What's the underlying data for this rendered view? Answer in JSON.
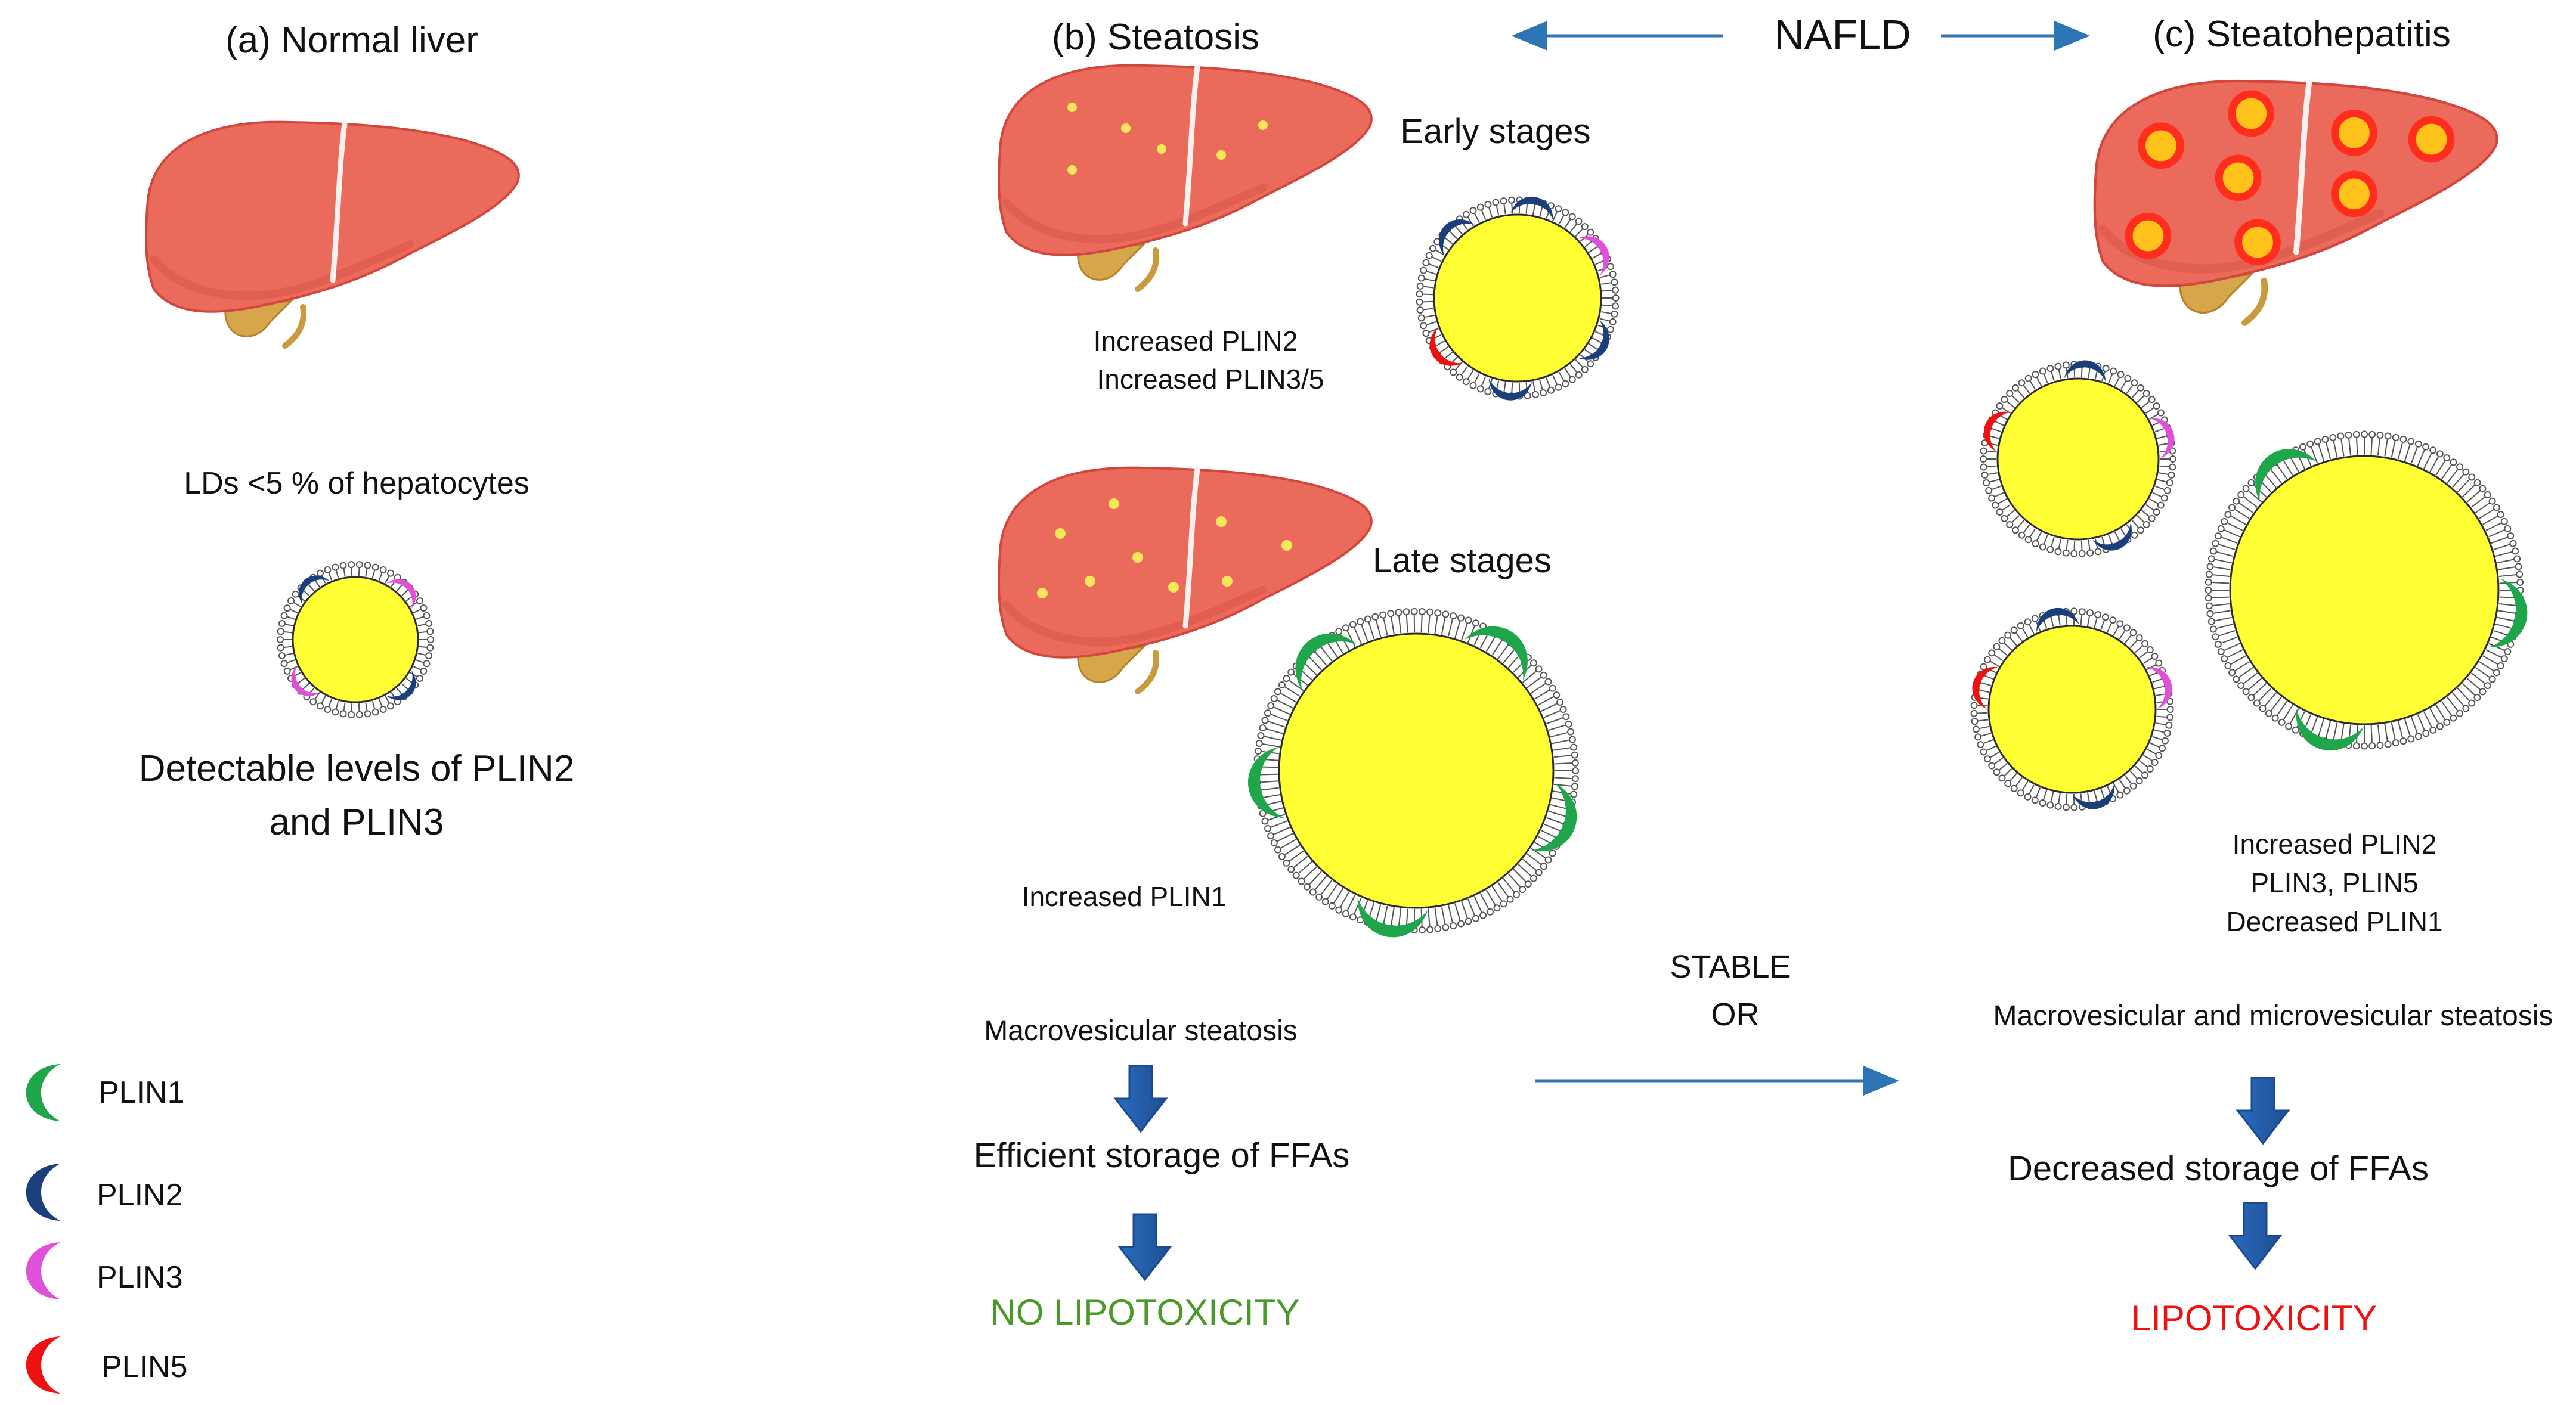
{
  "colors": {
    "liver": "#ea6a5c",
    "liver_dark": "#d2473d",
    "fat": "#ffff33",
    "fat_stroke": "#2c2c2c",
    "plin1": "#1fa64a",
    "plin2": "#1b3f7a",
    "plin3": "#e050d8",
    "plin5": "#ee1111",
    "arrow": "#2e75b6",
    "green_text": "#4a9a2a",
    "red_text": "#ee1111"
  },
  "panel_a": {
    "title": "(a) Normal liver",
    "caption": "LDs <5 % of hepatocytes",
    "detect_line1": "Detectable levels of PLIN2",
    "detect_line2": "and PLIN3"
  },
  "panel_b": {
    "title": "(b) Steatosis",
    "early_label": "Early stages",
    "early_text1": "Increased PLIN2",
    "early_text2": "Increased PLIN3/5",
    "late_label": "Late stages",
    "late_text": "Increased PLIN1",
    "macro": "Macrovesicular steatosis",
    "efficient": "Efficient storage of FFAs",
    "outcome": "NO LIPOTOXICITY"
  },
  "nafld": "NAFLD",
  "middle": {
    "stable": "STABLE",
    "or": "OR"
  },
  "panel_c": {
    "title": "(c) Steatohepatitis",
    "text1": "Increased PLIN2",
    "text2": "PLIN3, PLIN5",
    "text3": "Decreased PLIN1",
    "macro_micro": "Macrovesicular and microvesicular steatosis",
    "decreased": "Decreased storage of FFAs",
    "outcome": "LIPOTOXICITY"
  },
  "legend": [
    {
      "key": "plin1",
      "label": "PLIN1"
    },
    {
      "key": "plin2",
      "label": "PLIN2"
    },
    {
      "key": "plin3",
      "label": "PLIN3"
    },
    {
      "key": "plin5",
      "label": "PLIN5"
    }
  ]
}
